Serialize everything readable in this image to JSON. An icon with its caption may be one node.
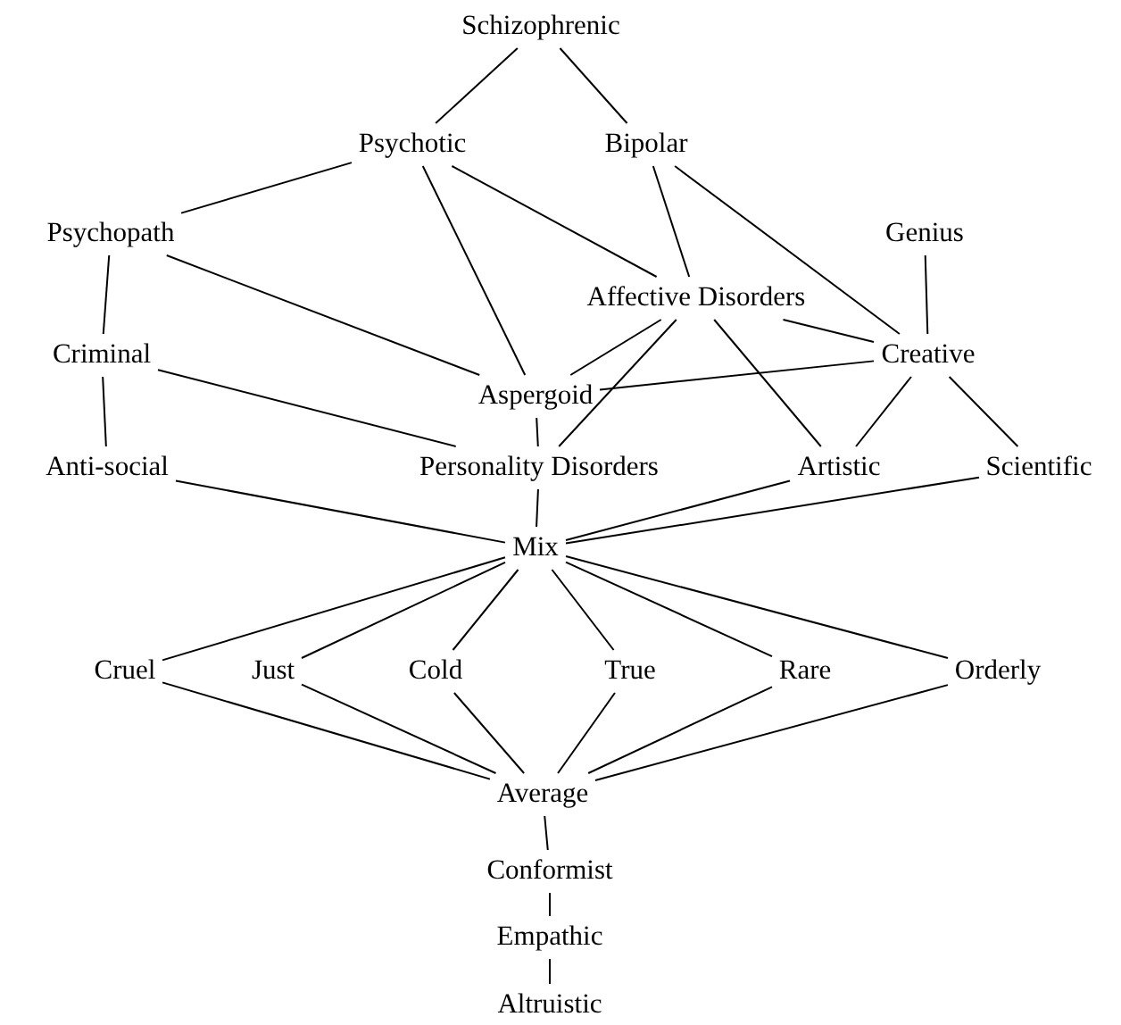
{
  "diagram": {
    "nodes": [
      {
        "text": [
          "Schizophrenic"
        ]
      },
      {
        "text": [
          "Psychotic"
        ]
      },
      {
        "text": [
          "Bipolar"
        ]
      },
      {
        "text": [
          "Psychopath"
        ]
      },
      {
        "text": [
          "Genius"
        ]
      },
      {
        "text": [
          "Affective Disorders"
        ]
      },
      {
        "text": [
          "Criminal"
        ]
      },
      {
        "text": [
          "Creative"
        ]
      },
      {
        "text": [
          "Aspergoid"
        ]
      },
      {
        "text": [
          "Anti-social"
        ]
      },
      {
        "text": [
          "Personality Disorders"
        ]
      },
      {
        "text": [
          "Artistic"
        ]
      },
      {
        "text": [
          "Scientific"
        ]
      },
      {
        "text": [
          "Mix"
        ]
      },
      {
        "text": [
          "Cruel"
        ]
      },
      {
        "text": [
          "Just"
        ]
      },
      {
        "text": [
          "Cold"
        ]
      },
      {
        "text": [
          "True"
        ]
      },
      {
        "text": [
          "Rare"
        ]
      },
      {
        "text": [
          "Orderly"
        ]
      },
      {
        "text": [
          "Average"
        ]
      },
      {
        "text": [
          "Conformist"
        ]
      },
      {
        "text": [
          "Empathic"
        ]
      },
      {
        "text": [
          "Altruistic"
        ]
      }
    ],
    "edges": [
      {
        "from": 0,
        "to": 1,
        "arrow": "none"
      },
      {
        "from": 0,
        "to": 2,
        "arrow": "none"
      },
      {
        "from": 1,
        "to": 3,
        "arrow": "none"
      },
      {
        "from": 1,
        "to": 8,
        "arrow": "none"
      },
      {
        "from": 1,
        "to": 5,
        "arrow": "none"
      },
      {
        "from": 2,
        "to": 5,
        "arrow": "none"
      },
      {
        "from": 2,
        "to": 7,
        "arrow": "none"
      },
      {
        "from": 3,
        "to": 6,
        "arrow": "none"
      },
      {
        "from": 3,
        "to": 8,
        "arrow": "none"
      },
      {
        "from": 4,
        "to": 7,
        "arrow": "none"
      },
      {
        "from": 5,
        "to": 8,
        "arrow": "none"
      },
      {
        "from": 5,
        "to": 7,
        "arrow": "none"
      },
      {
        "from": 5,
        "to": 10,
        "arrow": "none"
      },
      {
        "from": 5,
        "to": 11,
        "arrow": "none"
      },
      {
        "from": 6,
        "to": 9,
        "arrow": "none"
      },
      {
        "from": 6,
        "to": 10,
        "arrow": "none"
      },
      {
        "from": 7,
        "to": 8,
        "arrow": "none"
      },
      {
        "from": 7,
        "to": 11,
        "arrow": "none"
      },
      {
        "from": 7,
        "to": 12,
        "arrow": "none"
      },
      {
        "from": 8,
        "to": 10,
        "arrow": "none"
      },
      {
        "from": 9,
        "to": 13,
        "arrow": "none"
      },
      {
        "from": 10,
        "to": 13,
        "arrow": "none"
      },
      {
        "from": 11,
        "to": 13,
        "arrow": "none"
      },
      {
        "from": 12,
        "to": 13,
        "arrow": "none"
      },
      {
        "from": 13,
        "to": 14,
        "arrow": "none"
      },
      {
        "from": 13,
        "to": 15,
        "arrow": "none"
      },
      {
        "from": 13,
        "to": 16,
        "arrow": "none"
      },
      {
        "from": 13,
        "to": 17,
        "arrow": "none"
      },
      {
        "from": 13,
        "to": 18,
        "arrow": "none"
      },
      {
        "from": 13,
        "to": 19,
        "arrow": "none"
      },
      {
        "from": 14,
        "to": 20,
        "arrow": "none"
      },
      {
        "from": 15,
        "to": 20,
        "arrow": "none"
      },
      {
        "from": 16,
        "to": 20,
        "arrow": "none"
      },
      {
        "from": 17,
        "to": 20,
        "arrow": "none"
      },
      {
        "from": 18,
        "to": 20,
        "arrow": "none"
      },
      {
        "from": 19,
        "to": 20,
        "arrow": "none"
      },
      {
        "from": 20,
        "to": 21,
        "arrow": "none"
      },
      {
        "from": 21,
        "to": 22,
        "arrow": "none"
      },
      {
        "from": 22,
        "to": 23,
        "arrow": "none"
      }
    ]
  }
}
